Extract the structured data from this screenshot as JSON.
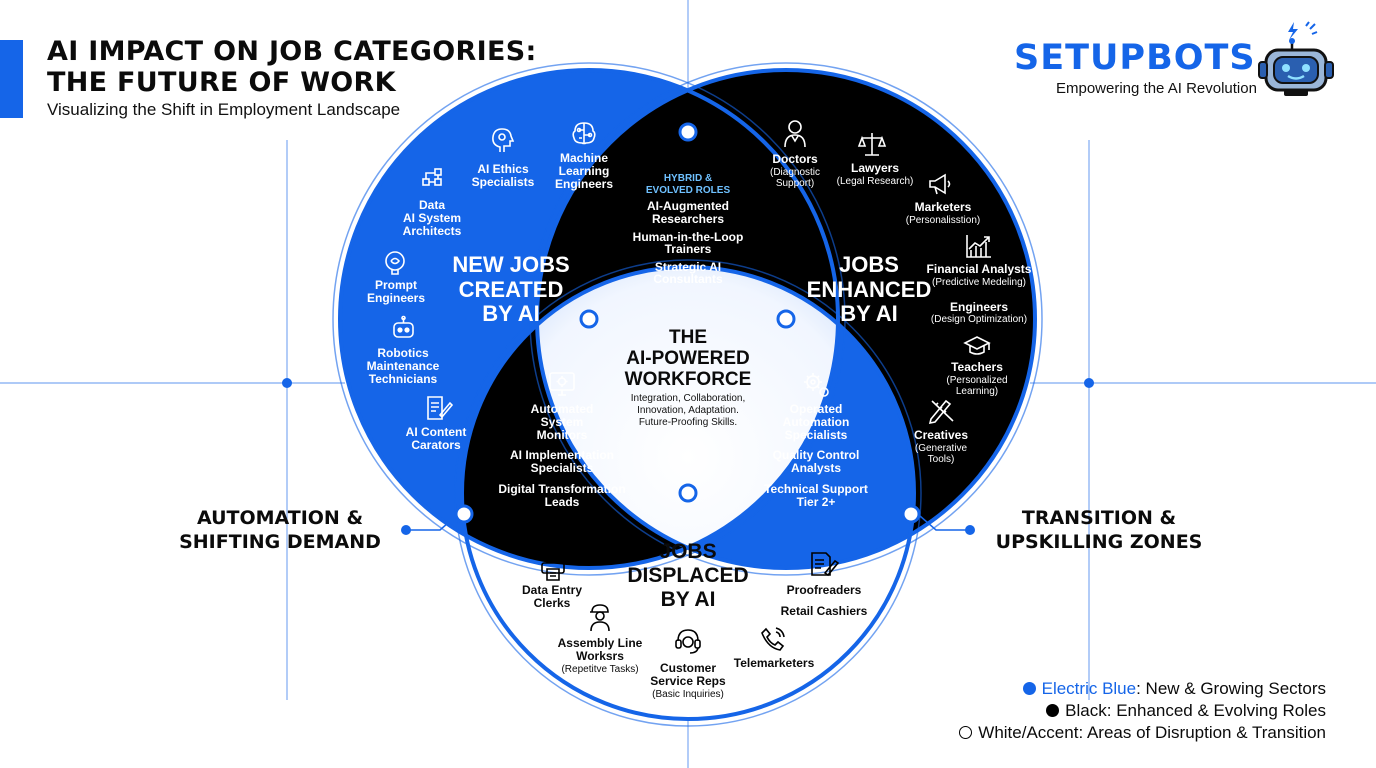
{
  "header": {
    "title_line1": "AI IMPACT ON JOB CATEGORIES:",
    "title_line2": "THE FUTURE OF WORK",
    "subtitle": "Visualizing the Shift in Employment Landscape"
  },
  "brand": {
    "name": "SETUPBOTS",
    "tagline": "Empowering the AI Revolution",
    "color": "#1565e8",
    "logo_icon": "robot-head-icon"
  },
  "colors": {
    "electric_blue": "#1565e8",
    "black": "#000000",
    "white": "#ffffff"
  },
  "venn": {
    "new_jobs": {
      "heading": [
        "NEW JOBS",
        "CREATED",
        "BY AI"
      ],
      "roles": [
        {
          "icon": "data-architecture-icon",
          "lines": [
            "Data",
            "AI System",
            "Architects"
          ]
        },
        {
          "icon": "brain-ethics-icon",
          "lines": [
            "AI Ethics",
            "Specialists"
          ]
        },
        {
          "icon": "brain-circuit-icon",
          "lines": [
            "Machine",
            "Learning",
            "Engineers"
          ]
        },
        {
          "icon": "brain-chip-icon",
          "lines": [
            "Prompt",
            "Engineers"
          ]
        },
        {
          "icon": "robot-icon",
          "lines": [
            "Robotics",
            "Maintenance",
            "Technicians"
          ]
        },
        {
          "icon": "document-pen-icon",
          "lines": [
            "AI Content",
            "Carators"
          ]
        }
      ]
    },
    "enhanced": {
      "heading": [
        "JOBS",
        "ENHANCED",
        "BY AI"
      ],
      "roles": [
        {
          "icon": "doctor-icon",
          "title": "Doctors",
          "detail": [
            "(Diagnostic",
            "Support)"
          ]
        },
        {
          "icon": "scales-icon",
          "title": "Lawyers",
          "detail": [
            "(Legal Research)"
          ]
        },
        {
          "icon": "megaphone-icon",
          "title": "Marketers",
          "detail": [
            "(Personalisstion)"
          ]
        },
        {
          "icon": "growth-chart-icon",
          "title": "Financial Analysts",
          "detail": [
            "(Predictive Medeling)"
          ]
        },
        {
          "title": "Engineers",
          "detail": [
            "(Design Optimization)"
          ]
        },
        {
          "icon": "graduation-cap-icon",
          "title": "Teachers",
          "detail": [
            "(Personalized",
            "Learning)"
          ]
        },
        {
          "icon": "pencil-ruler-icon",
          "title": "Creatives",
          "detail": [
            "(Generative",
            "Tools)"
          ]
        }
      ]
    },
    "displaced": {
      "heading": [
        "JOBS",
        "DISPLACED",
        "BY AI"
      ],
      "roles": [
        {
          "icon": "printer-icon",
          "title": [
            "Data Entry",
            "Clerks"
          ],
          "detail": []
        },
        {
          "icon": "worker-icon",
          "title": [
            "Assembly Line",
            "Worksrs"
          ],
          "detail": [
            "(Repetitve Tasks)"
          ]
        },
        {
          "icon": "headset-icon",
          "title": [
            "Customer",
            "Service Reps"
          ],
          "detail": [
            "(Basic Inquiries)"
          ]
        },
        {
          "icon": "phone-icon",
          "title": [
            "Telemarketers"
          ],
          "detail": []
        },
        {
          "icon": "document-edit-icon",
          "title": [
            "Proofreaders"
          ],
          "detail": []
        },
        {
          "title": [
            "Retail Cashiers"
          ],
          "detail": []
        }
      ]
    },
    "hybrid": {
      "label": [
        "HYBRID &",
        "EVOLVED ROLES"
      ],
      "roles": [
        [
          "AI-Augmented",
          "Researchers"
        ],
        [
          "Human-in-the-Loop",
          "Trainers"
        ],
        [
          "Strategic AI",
          "Consultants"
        ]
      ]
    },
    "automation_overlap": {
      "icon": "monitor-gear-icon",
      "roles": [
        [
          "Automated",
          "System",
          "Monitors"
        ],
        [
          "AI Implementation",
          "Specialists"
        ],
        [
          "Digital Transformation",
          "Leads"
        ]
      ]
    },
    "operated_overlap": {
      "icon": "gears-icon",
      "roles": [
        [
          "Operated",
          "Automation",
          "Specialists"
        ],
        [
          "Quality Control",
          "Analysts"
        ],
        [
          "Technical Support",
          "Tier 2+"
        ]
      ]
    },
    "center": {
      "heading": [
        "THE",
        "AI-POWERED",
        "WORKFORCE"
      ],
      "text": [
        "Integration, Collaboration,",
        "Innovation, Adaptation.",
        "Future-Proofing Skills."
      ]
    }
  },
  "side_labels": {
    "left": [
      "AUTOMATION &",
      "SHIFTING DEMAND"
    ],
    "right": [
      "TRANSITION &",
      "UPSKILLING ZONES"
    ]
  },
  "legend": [
    {
      "key": "Electric Blue",
      "text": ": New & Growing Sectors",
      "color": "#1565e8"
    },
    {
      "key": "Black",
      "text": ": Enhanced & Evolving Roles",
      "color": "#000000"
    },
    {
      "key": "White/Accent",
      "text": ": Areas of Disruption & Transition",
      "color": "#ffffff"
    }
  ]
}
